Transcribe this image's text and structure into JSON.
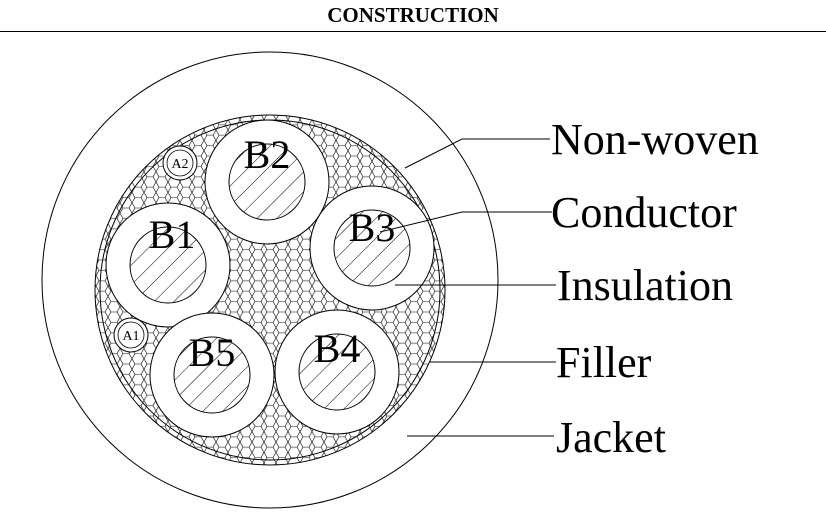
{
  "header": {
    "title": "CONSTRUCTION"
  },
  "cores": [
    "B1",
    "B2",
    "B3",
    "B4",
    "B5"
  ],
  "small_elements": [
    "A1",
    "A2"
  ],
  "callouts": [
    "Non-woven",
    "Conductor",
    "Insulation",
    "Filler",
    "Jacket"
  ]
}
